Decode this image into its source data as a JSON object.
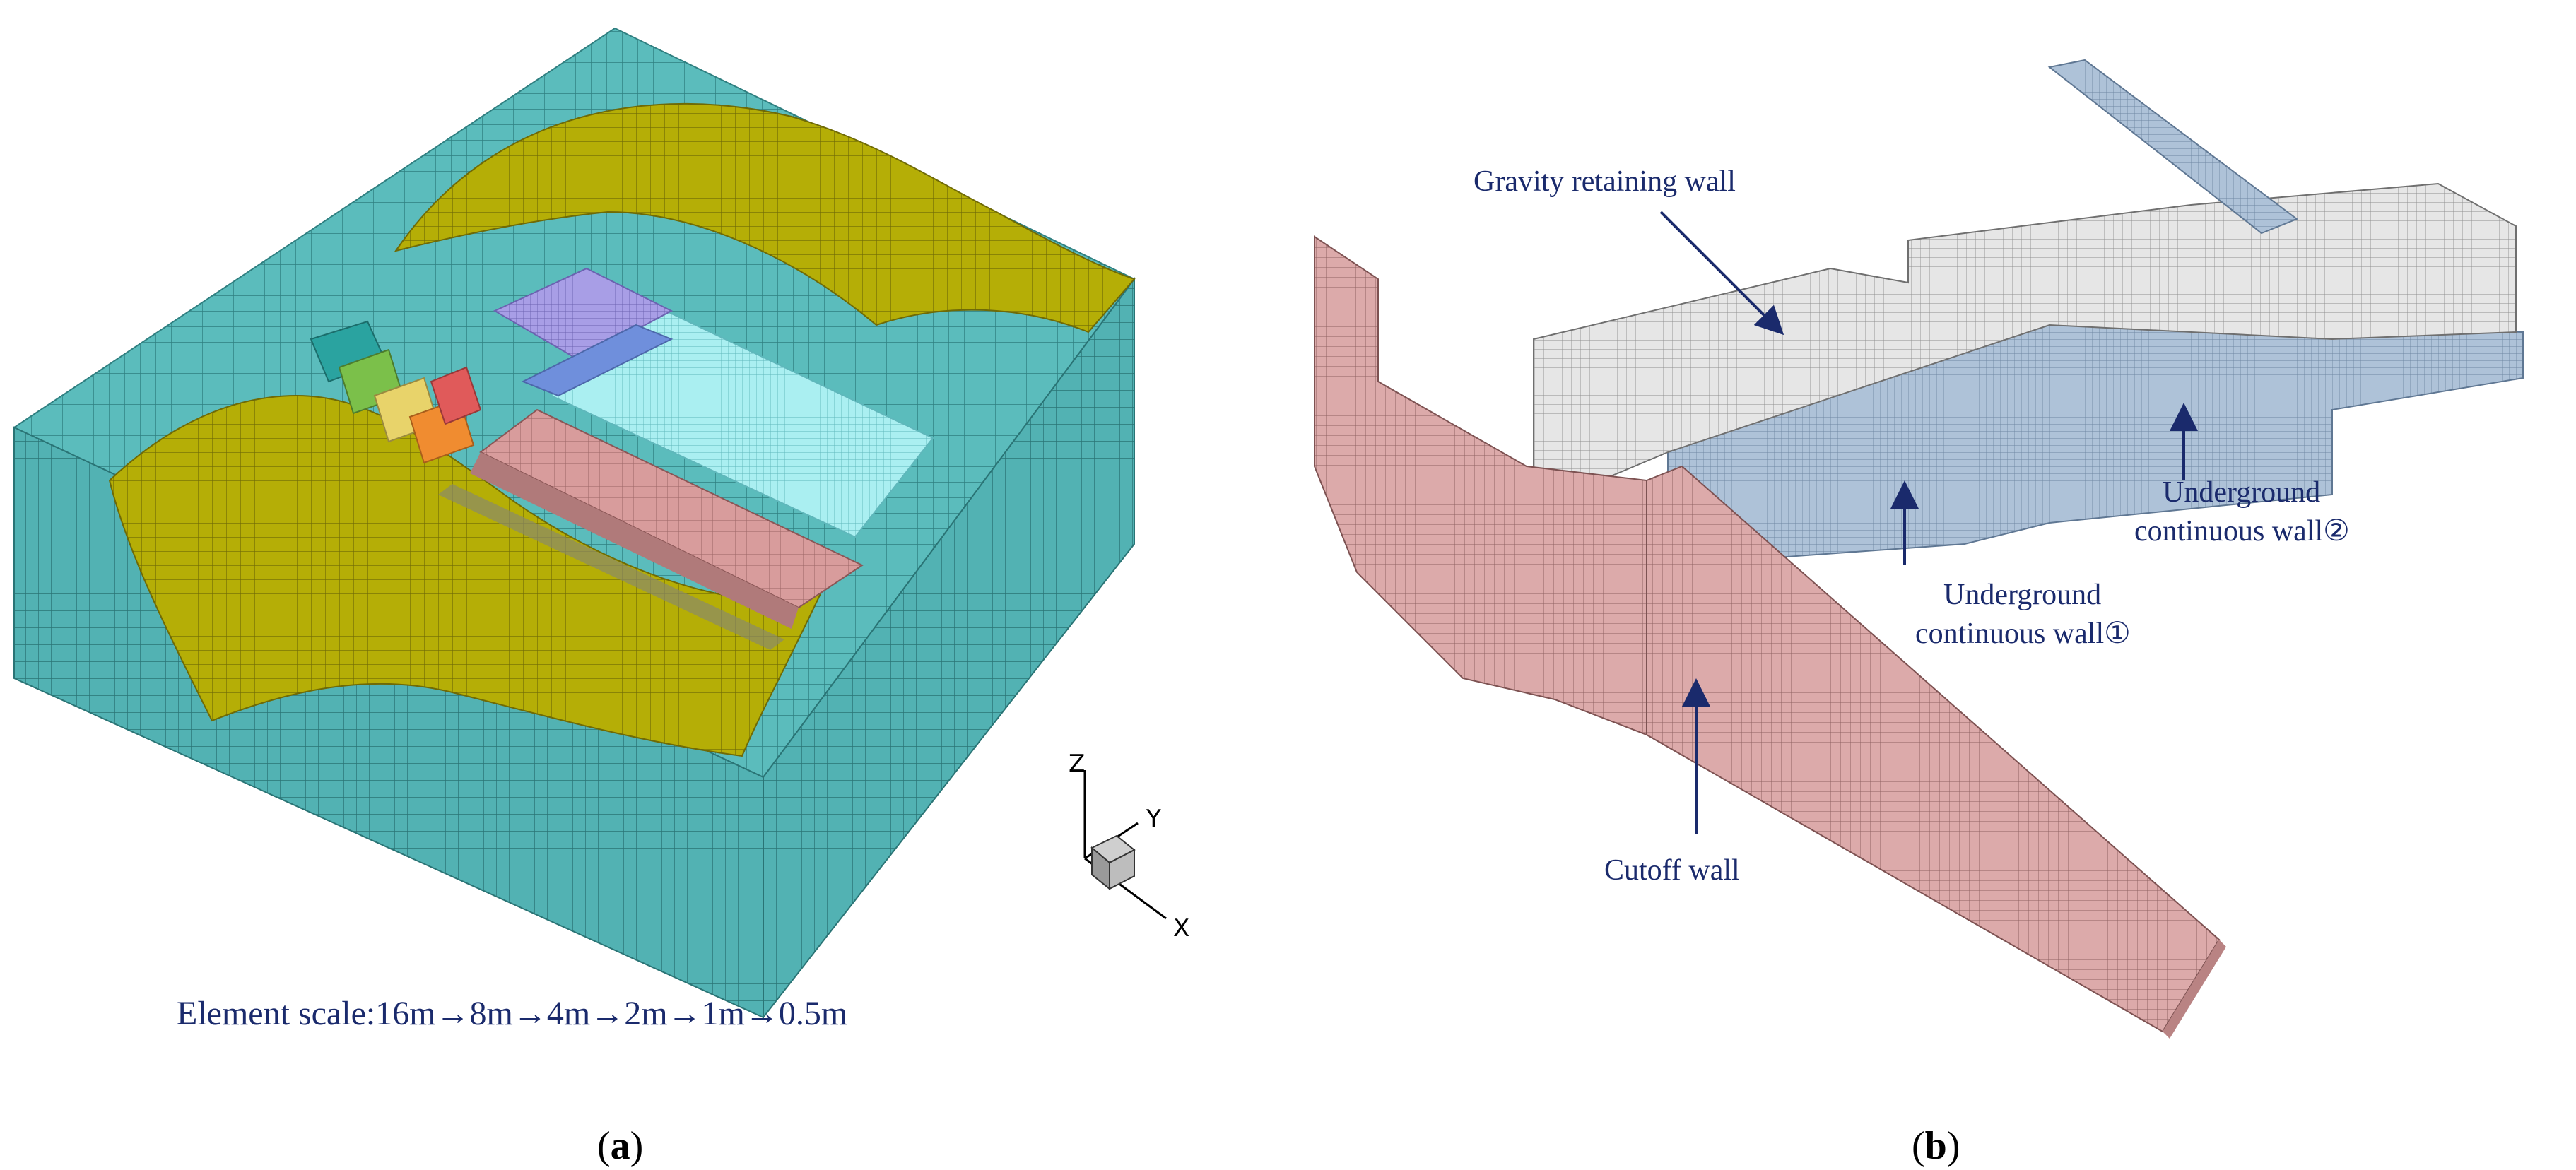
{
  "panels": {
    "a": {
      "label_open": "(",
      "label_letter": "a",
      "label_close": ")",
      "element_scale_text": "Element scale:16m→8m→4m→2m→1m→0.5m",
      "axes": {
        "z": "Z",
        "y": "Y",
        "x": "X"
      },
      "colors": {
        "soil": "#5bbcbc",
        "bank": "#b5ae06",
        "pink_block": "#d69a9a",
        "cyan_block": "#a9eef0",
        "purple_block": "#a89ee6",
        "blue_block": "#6f8fdc",
        "teal_block": "#2aa3a0",
        "green_block": "#7bc04a",
        "orange_block": "#f08c30",
        "yellow_block": "#e8d36a",
        "red_block": "#e05a5a"
      }
    },
    "b": {
      "label_open": "(",
      "label_letter": "b",
      "label_close": ")",
      "annotations": {
        "gravity": "Gravity retaining wall",
        "ucw2_line1": "Underground",
        "ucw2_line2": "continuous wall②",
        "ucw1_line1": "Underground",
        "ucw1_line2": "continuous wall①",
        "cutoff": "Cutoff wall"
      },
      "colors": {
        "cutoff_wall": "#d9a7a7",
        "gravity_wall": "#e2e2e2",
        "continuous_wall": "#a9bed4",
        "annotation": "#1a2a6c"
      }
    }
  }
}
